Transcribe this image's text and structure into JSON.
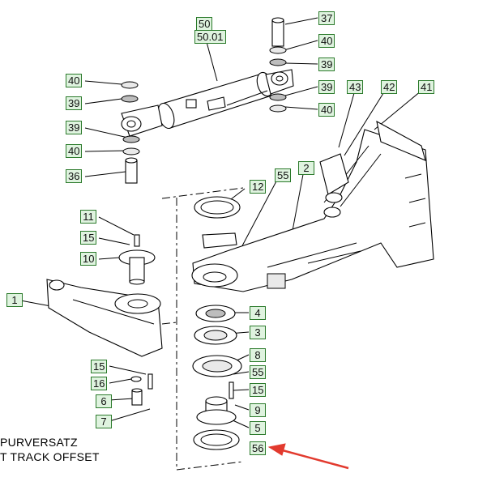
{
  "callouts": [
    {
      "id": "c50",
      "label": "50"
    },
    {
      "id": "c5001",
      "label": "50.01"
    },
    {
      "id": "c37",
      "label": "37"
    },
    {
      "id": "c40a",
      "label": "40"
    },
    {
      "id": "c39a",
      "label": "39"
    },
    {
      "id": "c39b",
      "label": "39"
    },
    {
      "id": "c40b",
      "label": "40"
    },
    {
      "id": "c43",
      "label": "43"
    },
    {
      "id": "c42",
      "label": "42"
    },
    {
      "id": "c41",
      "label": "41"
    },
    {
      "id": "c40c",
      "label": "40"
    },
    {
      "id": "c39c",
      "label": "39"
    },
    {
      "id": "c39d",
      "label": "39"
    },
    {
      "id": "c40d",
      "label": "40"
    },
    {
      "id": "c36",
      "label": "36"
    },
    {
      "id": "c12",
      "label": "12"
    },
    {
      "id": "c55a",
      "label": "55"
    },
    {
      "id": "c2",
      "label": "2"
    },
    {
      "id": "c11",
      "label": "11"
    },
    {
      "id": "c15a",
      "label": "15"
    },
    {
      "id": "c10",
      "label": "10"
    },
    {
      "id": "c1",
      "label": "1"
    },
    {
      "id": "c4",
      "label": "4"
    },
    {
      "id": "c3",
      "label": "3"
    },
    {
      "id": "c8",
      "label": "8"
    },
    {
      "id": "c55b",
      "label": "55"
    },
    {
      "id": "c15b",
      "label": "15"
    },
    {
      "id": "c9",
      "label": "9"
    },
    {
      "id": "c5",
      "label": "5"
    },
    {
      "id": "c56",
      "label": "56"
    },
    {
      "id": "c15c",
      "label": "15"
    },
    {
      "id": "c16",
      "label": "16"
    },
    {
      "id": "c6",
      "label": "6"
    },
    {
      "id": "c7",
      "label": "7"
    }
  ],
  "caption": {
    "line1": "PURVERSATZ",
    "line2": "T TRACK OFFSET"
  },
  "colors": {
    "callout_fill": "#dff3df",
    "callout_border": "#2b7a2b",
    "arrow": "#e23a2e"
  }
}
